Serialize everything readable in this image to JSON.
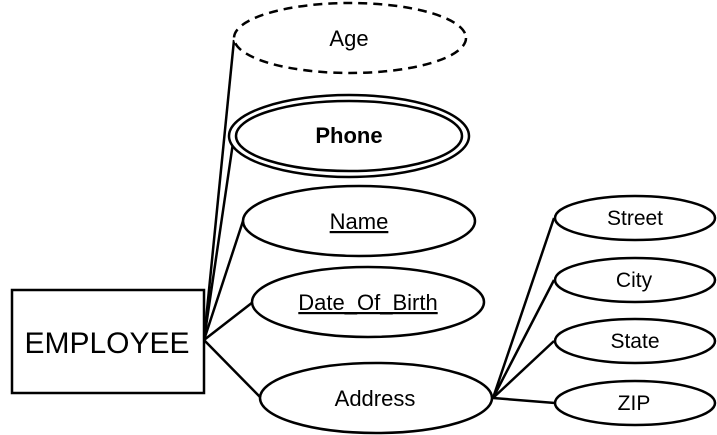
{
  "entity": {
    "label": "EMPLOYEE"
  },
  "attributes": {
    "age": {
      "label": "Age",
      "kind": "derived"
    },
    "phone": {
      "label": "Phone",
      "kind": "multivalued"
    },
    "name": {
      "label": "Name",
      "kind": "key"
    },
    "dob": {
      "label": "Date_Of_Birth",
      "kind": "key"
    },
    "address": {
      "label": "Address",
      "kind": "composite"
    }
  },
  "address_components": {
    "street": {
      "label": "Street"
    },
    "city": {
      "label": "City"
    },
    "state": {
      "label": "State"
    },
    "zip": {
      "label": "ZIP"
    }
  },
  "colors": {
    "stroke": "#000000",
    "background": "#ffffff"
  }
}
